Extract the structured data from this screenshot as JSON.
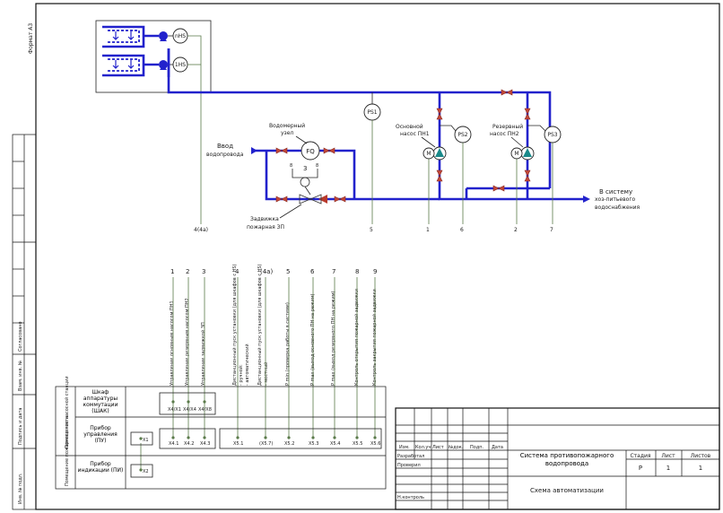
{
  "stamp": {
    "format": "Формат А3",
    "side_labels": [
      "Инв. № подл.",
      "Подпись и дата",
      "Взам. инв. №",
      "Согласовано"
    ],
    "headers": [
      "Изм.",
      "Кол.уч",
      "Лист",
      "№док.",
      "Подп.",
      "Дата"
    ],
    "roles": [
      "Разработал",
      "Проверил",
      "Н.контроль"
    ],
    "title": "Система противопожарного водопровода",
    "subtitle": "Схема автоматизации",
    "stage_label": "Стадия",
    "stage_value": "Р",
    "sheet_label": "Лист",
    "sheet_value": "1",
    "sheets_label": "Листов",
    "sheets_value": "1"
  },
  "scheme": {
    "inlet_label_1": "Ввод",
    "inlet_label_2": "водопровода",
    "meter_label_1": "Водомерный",
    "meter_label_2": "узел",
    "meter_tag": "FQ",
    "valve_label_1": "Задвижка",
    "valve_label_2": "пожарная ЗП",
    "pump1_label_1": "Основной",
    "pump1_label_2": "насос ПН1",
    "pump2_label_1": "Резервный",
    "pump2_label_2": "насос ПН2",
    "out_label_1": "В систему",
    "out_label_2": "хоз-питьевого",
    "out_label_3": "водоснабжения",
    "ps1": "PS1",
    "ps2": "PS2",
    "ps3": "PS3",
    "motor": "М",
    "box_tag_1": "nHS",
    "box_tag_2": "1HS",
    "valve_marks": [
      "8",
      "3",
      "8"
    ],
    "line_numbers": [
      "4(4а)",
      "5",
      "1",
      "6",
      "2",
      "7"
    ]
  },
  "signals": {
    "numbers": [
      "1",
      "2",
      "3",
      "4",
      "(4а)",
      "5",
      "6",
      "7",
      "8",
      "9"
    ],
    "labels": [
      "Управление основным насосом ПН1",
      "Управление резервным насосом ПН2",
      "Управление задвижкой ЗП",
      "Дистанционный пуск установки (для шкафов с HS)",
      "Дистанционный пуск установки (для шкафов с HS)",
      "Р min (проверка работы в системе)",
      "Р max (выход основного ПН на режим)",
      "Р max (выход резервного ПН на режим)",
      "Контроль открытия пожарной задвижки",
      "Контроль закрытия пожарной задвижки"
    ],
    "sub_a": "- ручной: ",
    "sub_b": "- автоматический",
    "sub_c": "- местный"
  },
  "devices": {
    "shak_label": "Шкаф аппаратуры коммутации (ШАК)",
    "pu_label": "Прибор управления (ПУ)",
    "pi_label": "Прибор индикации (ПИ)",
    "side_1": "Помещение насосной станции",
    "side_2": "Помещение пожарного поста",
    "x_tag_1": "Х1",
    "x_tag_2": "Х2",
    "shak_terminals": [
      "Х4/Х1",
      "Х4/Х4",
      "Х4/Х8"
    ],
    "pu_terminals": [
      "Х4.1",
      "Х4.2",
      "Х4.3",
      "Х5.1",
      "(Х5.7)",
      "Х5.2",
      "Х5.3",
      "Х5.4",
      "Х5.5",
      "Х5.6"
    ]
  }
}
